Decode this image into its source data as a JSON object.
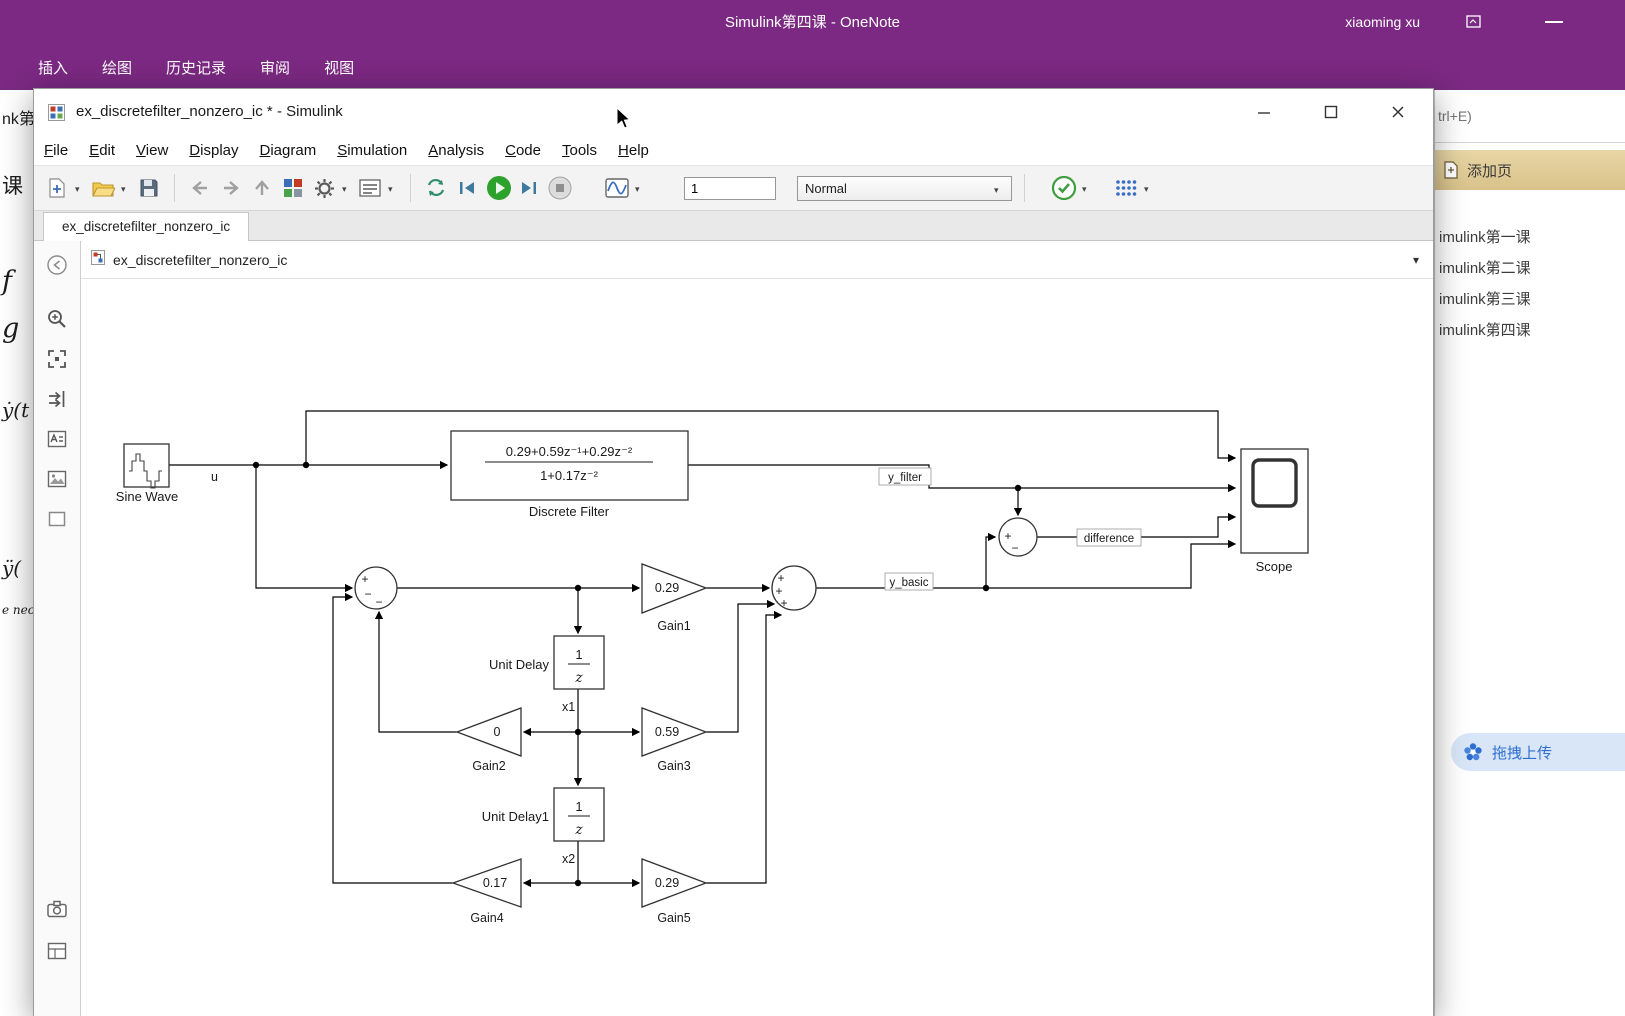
{
  "onenote": {
    "titlebar": {
      "title": "Simulink第四课  -  OneNote",
      "user": "xiaoming xu"
    },
    "ribbon_tabs": [
      "插入",
      "绘图",
      "历史记录",
      "审阅",
      "视图"
    ],
    "left_fragments": {
      "frag1": "nk第",
      "frag2": "课",
      "frag3": "f",
      "frag4": "g",
      "frag5": "ẏ(t",
      "frag6": "ÿ(",
      "frag7": "e nec"
    },
    "right_panel": {
      "search_hint": "trl+E)",
      "add_page_label": "添加页",
      "pages": [
        "imulink第一课",
        "imulink第二课",
        "imulink第三课",
        "imulink第四课"
      ],
      "upload_hint": "拖拽上传"
    }
  },
  "simulink": {
    "window_title": "ex_discretefilter_nonzero_ic *  -  Simulink",
    "menus": [
      "File",
      "Edit",
      "View",
      "Display",
      "Diagram",
      "Simulation",
      "Analysis",
      "Code",
      "Tools",
      "Help"
    ],
    "toolbar": {
      "sim_stop_time": "1",
      "sim_mode": "Normal"
    },
    "model_tab": "ex_discretefilter_nonzero_ic",
    "breadcrumb": "ex_discretefilter_nonzero_ic"
  },
  "diagram": {
    "sine_wave_label": "Sine Wave",
    "signal_u": "u",
    "filter": {
      "numerator": "0.29+0.59z⁻¹+0.29z⁻²",
      "denominator": "1+0.17z⁻²",
      "label": "Discrete Filter"
    },
    "scope_label": "Scope",
    "signals": {
      "y_filter": "y_filter",
      "y_basic": "y_basic",
      "difference": "difference"
    },
    "gains": {
      "gain1": {
        "value": "0.29",
        "label": "Gain1"
      },
      "gain2": {
        "value": "0",
        "label": "Gain2"
      },
      "gain3": {
        "value": "0.59",
        "label": "Gain3"
      },
      "gain4": {
        "value": "0.17",
        "label": "Gain4"
      },
      "gain5": {
        "value": "0.29",
        "label": "Gain5"
      }
    },
    "delays": {
      "unit_delay": {
        "numerator": "1",
        "denominator": "z",
        "label": "Unit Delay",
        "state": "x1"
      },
      "unit_delay1": {
        "numerator": "1",
        "denominator": "z",
        "label": "Unit Delay1",
        "state": "x2"
      }
    },
    "sums": {
      "input_sum": [
        "+",
        "−",
        "−"
      ],
      "basic_sum": [
        "+",
        "+",
        "+"
      ],
      "diff_sum": [
        "+",
        "−"
      ]
    }
  },
  "icons": {
    "caret": "▾",
    "breadcrumb_caret": "▾"
  }
}
